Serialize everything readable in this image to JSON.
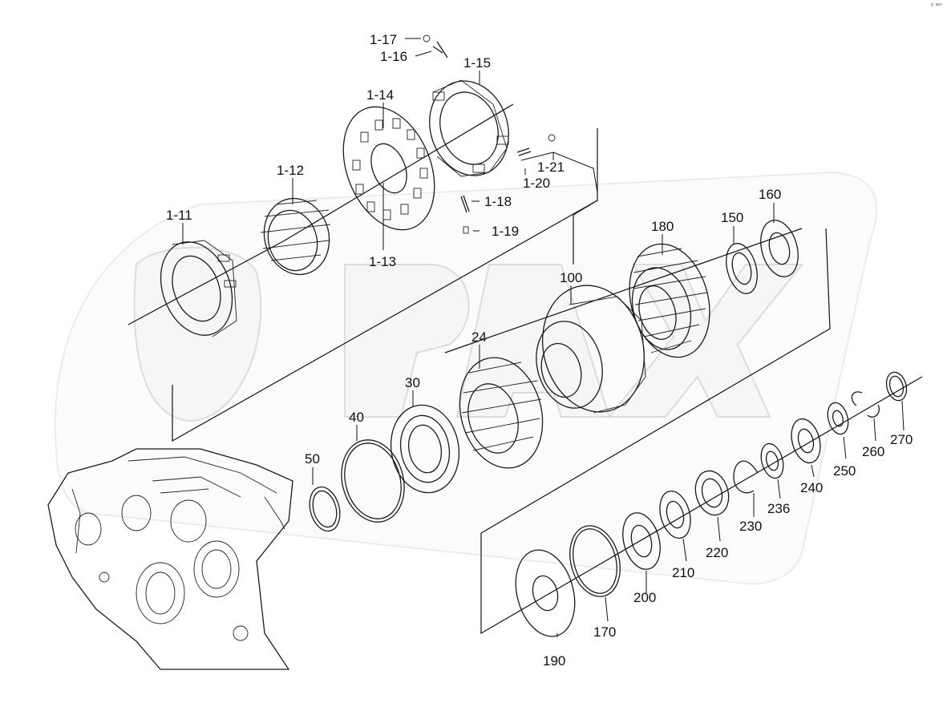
{
  "corner_mark": "ᵖ ˢᵉᶜ",
  "labels": {
    "p1_17": "1-17",
    "p1_16": "1-16",
    "p1_15": "1-15",
    "p1_14": "1-14",
    "p1_12": "1-12",
    "p1_11": "1-11",
    "p1_13": "1-13",
    "p1_18": "1-18",
    "p1_19": "1-19",
    "p1_20": "1-20",
    "p1_21": "1-21",
    "p100": "100",
    "p180": "180",
    "p150": "150",
    "p160": "160",
    "p24": "24",
    "p30": "30",
    "p40": "40",
    "p50": "50",
    "p190": "190",
    "p170": "170",
    "p200": "200",
    "p210": "210",
    "p220": "220",
    "p230": "230",
    "p236": "236",
    "p240": "240",
    "p250": "250",
    "p260": "260",
    "p270": "270"
  }
}
